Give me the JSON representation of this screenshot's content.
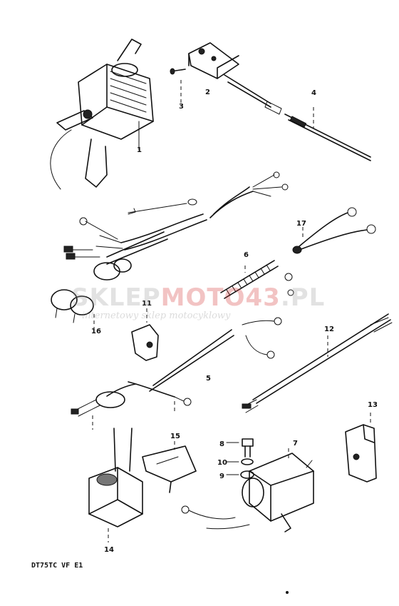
{
  "diagram": {
    "callouts": [
      "1",
      "2",
      "3",
      "4",
      "5",
      "6",
      "7",
      "8",
      "9",
      "10",
      "11",
      "12",
      "13",
      "14",
      "15",
      "16",
      "17"
    ],
    "model_code": "DT75TC VF E1"
  },
  "watermark": {
    "logo_a": "SKLEP",
    "logo_b": "MOTO",
    "logo_c": "43",
    "logo_d": ".PL",
    "tagline": "internetowy sklep motocyklowy",
    "colors": {
      "gray": "#9a9a9a",
      "red": "#d42a2a"
    }
  }
}
